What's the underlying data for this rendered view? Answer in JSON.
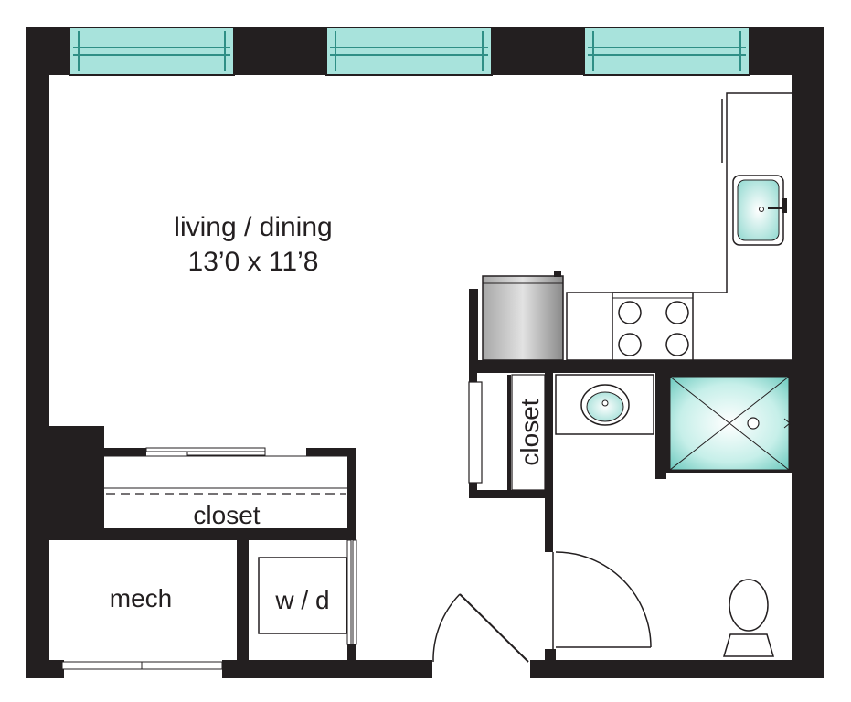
{
  "colors": {
    "wall": "#231f20",
    "glass": "#a8e3dc",
    "glass_dark": "#2f8f86",
    "fixture_line": "#231f20",
    "steel_light": "#d8d8d8",
    "steel_dark": "#8c8c8c"
  },
  "rooms": {
    "living": {
      "name": "living / dining",
      "size": "13’0 x 11’8"
    },
    "closet_main": "closet",
    "closet_side": "closet",
    "mech": "mech",
    "wd": "w / d"
  },
  "icons": [
    "window",
    "sink",
    "refrigerator",
    "stove-burner",
    "shower",
    "toilet",
    "door-swing"
  ]
}
